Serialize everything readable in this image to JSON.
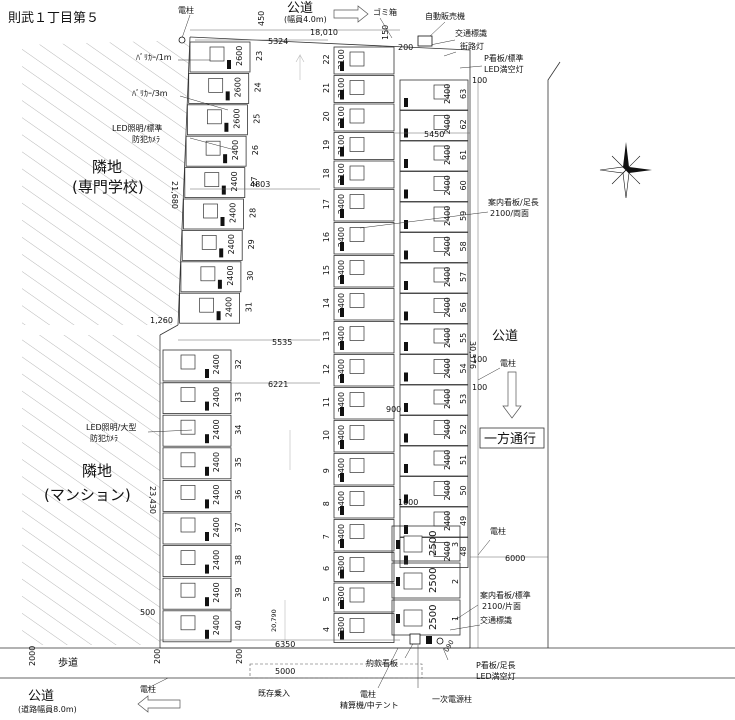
{
  "title": "則武１丁目第５",
  "road_top": {
    "name": "公道",
    "width": "(幅員4.0m)"
  },
  "road_right": {
    "name": "公道",
    "oneway": "一方通行"
  },
  "road_bottom": {
    "name": "公道",
    "width": "(道路幅員8.0m)",
    "sidewalk": "歩道"
  },
  "neighbor_top": {
    "line1": "隣地",
    "line2": "(専門学校)"
  },
  "neighbor_bottom": {
    "line1": "隣地",
    "line2": "(マンション)"
  },
  "callouts": {
    "pole_top": "電柱",
    "garbage": "ゴミ箱",
    "vending": "自動販売機",
    "traffic_sign_top": "交通標識",
    "street_light": "街路灯",
    "p_sign_top_1": "P看板/標準",
    "p_sign_top_2": "LED満空灯",
    "barricade_1m": "ﾊﾞﾘｶｰ/1m",
    "barricade_3m": "ﾊﾞﾘｶｰ/3m",
    "led_std_1": "LED照明/標準",
    "led_std_2": "防犯ｶﾒﾗ",
    "guide_sign_1": "案内看板/足長",
    "guide_sign_2": "2100/両面",
    "pole_right_mid": "電柱",
    "led_large_1": "LED照明/大型",
    "led_large_2": "防犯ｶﾒﾗ",
    "pole_right_low": "電柱",
    "guide_sign_std_1": "案内看板/標準",
    "guide_sign_std_2": "2100/片面",
    "traffic_sign_low": "交通標識",
    "payment_sign": "約款看板",
    "p_sign_low_1": "P看板/足長",
    "p_sign_low_2": "LED満空灯",
    "pole_bottom": "電柱",
    "existing_entry": "既存乗入",
    "pole_meter_1": "電柱",
    "pole_meter_2": "精算機/中テント",
    "primary_power": "一次電源柱"
  },
  "dims": {
    "d450": "450",
    "d18010": "18,010",
    "d5324": "5324",
    "d150": "150",
    "d200_top": "200",
    "d100_top": "100",
    "d5450": "5450",
    "d21680": "21,680",
    "d4803": "4803",
    "d1260": "1,260",
    "d5535": "5535",
    "d6221": "6221",
    "d30576": "30,576",
    "d100_mid": "100",
    "d100_mid2": "100",
    "d900": "900",
    "d1000": "1000",
    "d23430": "23,430",
    "d6000": "6000",
    "d500": "500",
    "d6350": "6350",
    "d2000": "2000",
    "d200_bot": "200",
    "d5000": "5000",
    "d200_bot2": "200",
    "d090": "090",
    "d20790": "20,790"
  },
  "left_top": [
    {
      "n": "23",
      "w": "2600"
    },
    {
      "n": "24",
      "w": "2600"
    },
    {
      "n": "25",
      "w": "2600"
    },
    {
      "n": "26",
      "w": "2400"
    },
    {
      "n": "27",
      "w": "2400"
    },
    {
      "n": "28",
      "w": "2400"
    },
    {
      "n": "29",
      "w": "2400"
    },
    {
      "n": "30",
      "w": "2400"
    },
    {
      "n": "31",
      "w": "2400"
    }
  ],
  "left_bottom": [
    {
      "n": "32",
      "w": "2400"
    },
    {
      "n": "33",
      "w": "2400"
    },
    {
      "n": "34",
      "w": "2400"
    },
    {
      "n": "35",
      "w": "2400"
    },
    {
      "n": "36",
      "w": "2400"
    },
    {
      "n": "37",
      "w": "2400"
    },
    {
      "n": "38",
      "w": "2400"
    },
    {
      "n": "39",
      "w": "2400"
    },
    {
      "n": "40",
      "w": "2400"
    }
  ],
  "center": [
    {
      "n": "22",
      "w": "2100"
    },
    {
      "n": "21",
      "w": "2100"
    },
    {
      "n": "20",
      "w": "2100"
    },
    {
      "n": "19",
      "w": "2100"
    },
    {
      "n": "18",
      "w": "2100"
    },
    {
      "n": "17",
      "w": "2400"
    },
    {
      "n": "16",
      "w": "2400"
    },
    {
      "n": "15",
      "w": "2400"
    },
    {
      "n": "14",
      "w": "2400"
    },
    {
      "n": "13",
      "w": "2400"
    },
    {
      "n": "12",
      "w": "2400"
    },
    {
      "n": "11",
      "w": "2400"
    },
    {
      "n": "10",
      "w": "2400"
    },
    {
      "n": "9",
      "w": "2400"
    },
    {
      "n": "8",
      "w": "2400"
    },
    {
      "n": "7",
      "w": "2400"
    },
    {
      "n": "6",
      "w": "2300"
    },
    {
      "n": "5",
      "w": "2300"
    },
    {
      "n": "4",
      "w": "2300"
    }
  ],
  "right": [
    {
      "n": "63",
      "w": "2400"
    },
    {
      "n": "62",
      "w": "2400"
    },
    {
      "n": "61",
      "w": "2400"
    },
    {
      "n": "60",
      "w": "2400"
    },
    {
      "n": "59",
      "w": "2400"
    },
    {
      "n": "58",
      "w": "2400"
    },
    {
      "n": "57",
      "w": "2400"
    },
    {
      "n": "56",
      "w": "2400"
    },
    {
      "n": "55",
      "w": "2400"
    },
    {
      "n": "54",
      "w": "2400"
    },
    {
      "n": "53",
      "w": "2400"
    },
    {
      "n": "52",
      "w": "2400"
    },
    {
      "n": "51",
      "w": "2400"
    },
    {
      "n": "50",
      "w": "2400"
    },
    {
      "n": "49",
      "w": "2400"
    },
    {
      "n": "48",
      "w": "2400"
    }
  ],
  "bottom_right": [
    {
      "n": "3",
      "w": "2500"
    },
    {
      "n": "2",
      "w": "2500"
    },
    {
      "n": "1",
      "w": "2500"
    }
  ]
}
